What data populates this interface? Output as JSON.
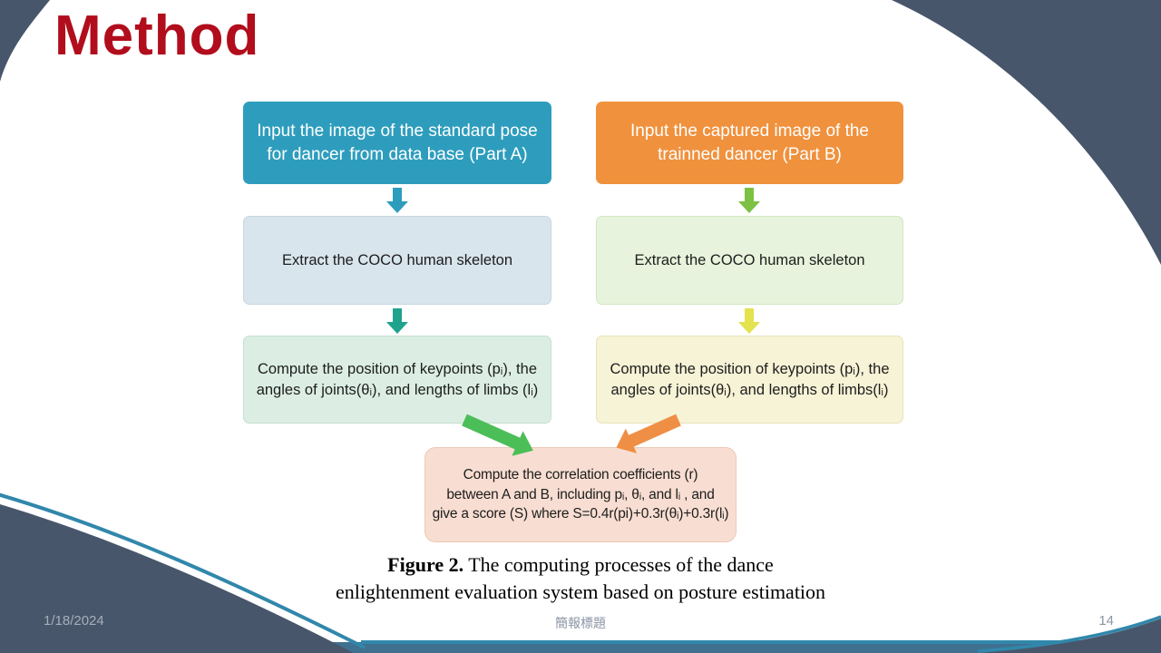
{
  "slide": {
    "title": "Method"
  },
  "flowchart": {
    "left": {
      "step1": "Input the image of the standard pose for dancer from data base (Part A)",
      "step2": "Extract the COCO human skeleton",
      "step3": "Compute the position of keypoints (pᵢ), the angles of joints(θᵢ), and lengths of limbs (lᵢ)"
    },
    "right": {
      "step1": "Input the captured image of the trainned dancer (Part B)",
      "step2": "Extract the COCO human skeleton",
      "step3": "Compute the position of keypoints (pᵢ), the angles of joints(θᵢ), and lengths of limbs(lᵢ)"
    },
    "merge_lines": [
      "Compute the correlation coefficients (r)",
      "between A and B, including pᵢ, θᵢ, and lᵢ , and",
      "give a score (S) where S=0.4r(pi)+0.3r(θᵢ)+0.3r(lᵢ)"
    ]
  },
  "caption": {
    "prefix": "Figure 2.",
    "line1": " The computing processes of the dance",
    "line2": "enlightenment evaluation system based on posture estimation"
  },
  "footer": {
    "date": "1/18/2024",
    "title": "簡報標題",
    "page": "14"
  },
  "colors": {
    "title": "#b10d1c",
    "box_standard_pose": "#2e9dbd",
    "box_captured": "#f0913d",
    "box_skeleton_left": "#d8e5ec",
    "box_skeleton_right": "#e7f3dc",
    "box_compute_left": "#dceee4",
    "box_compute_right": "#f6f3d6",
    "box_merge": "#f8ded2",
    "arrow_left_1": "#2e9dbd",
    "arrow_left_2": "#1fa38d",
    "arrow_right_1": "#7cc143",
    "arrow_right_2": "#e4e24e",
    "arrow_merge_left": "#4cbe58",
    "arrow_merge_right": "#ef8f45",
    "background_corner": "#47566b",
    "accent_line": "#3187ab",
    "bottom_band": "#40708f",
    "footer_text": "#8b95a5"
  }
}
